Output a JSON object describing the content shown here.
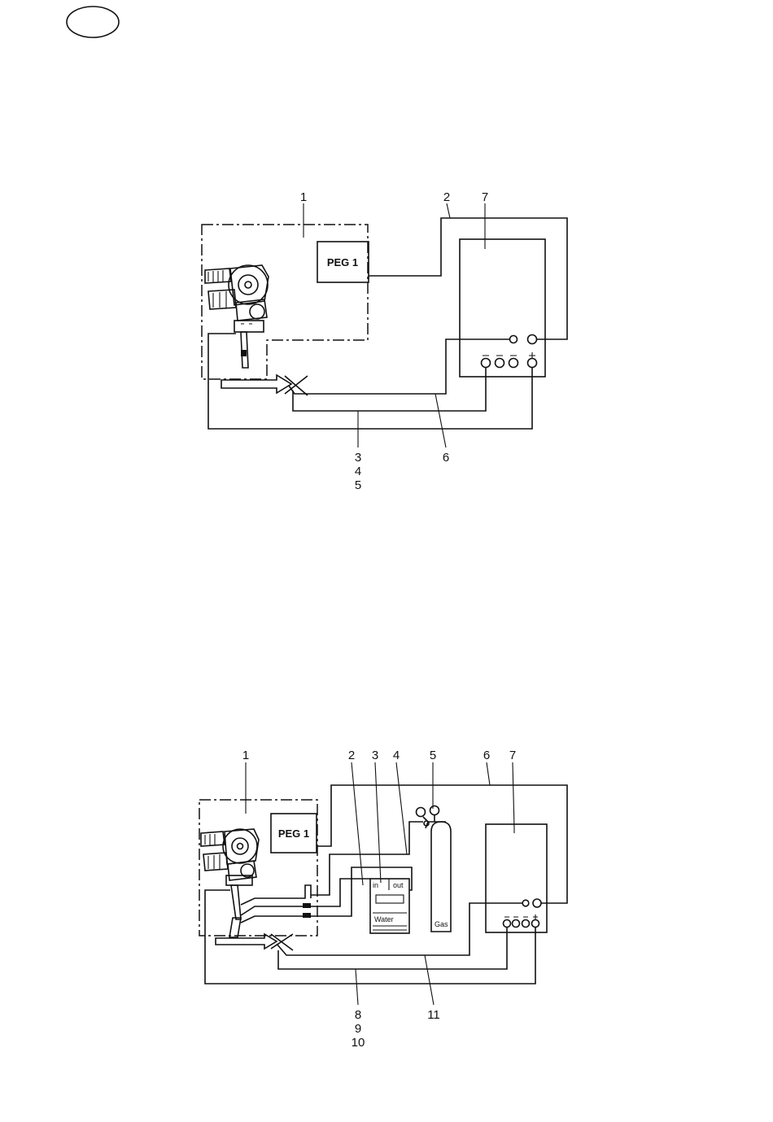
{
  "diagram1": {
    "labels": {
      "n1": "1",
      "n2": "2",
      "n3": "3",
      "n4": "4",
      "n5": "5",
      "n6": "6",
      "n7": "7"
    },
    "controller_label": "PEG 1"
  },
  "diagram2": {
    "labels": {
      "n1": "1",
      "n2": "2",
      "n3": "3",
      "n4": "4",
      "n5": "5",
      "n6": "6",
      "n7": "7",
      "n8": "8",
      "n9": "9",
      "n10": "10",
      "n11": "11"
    },
    "controller_label": "PEG 1",
    "cooler_in": "in",
    "cooler_out": "out",
    "cooler_water": "Water",
    "gas_label": "Gas"
  }
}
